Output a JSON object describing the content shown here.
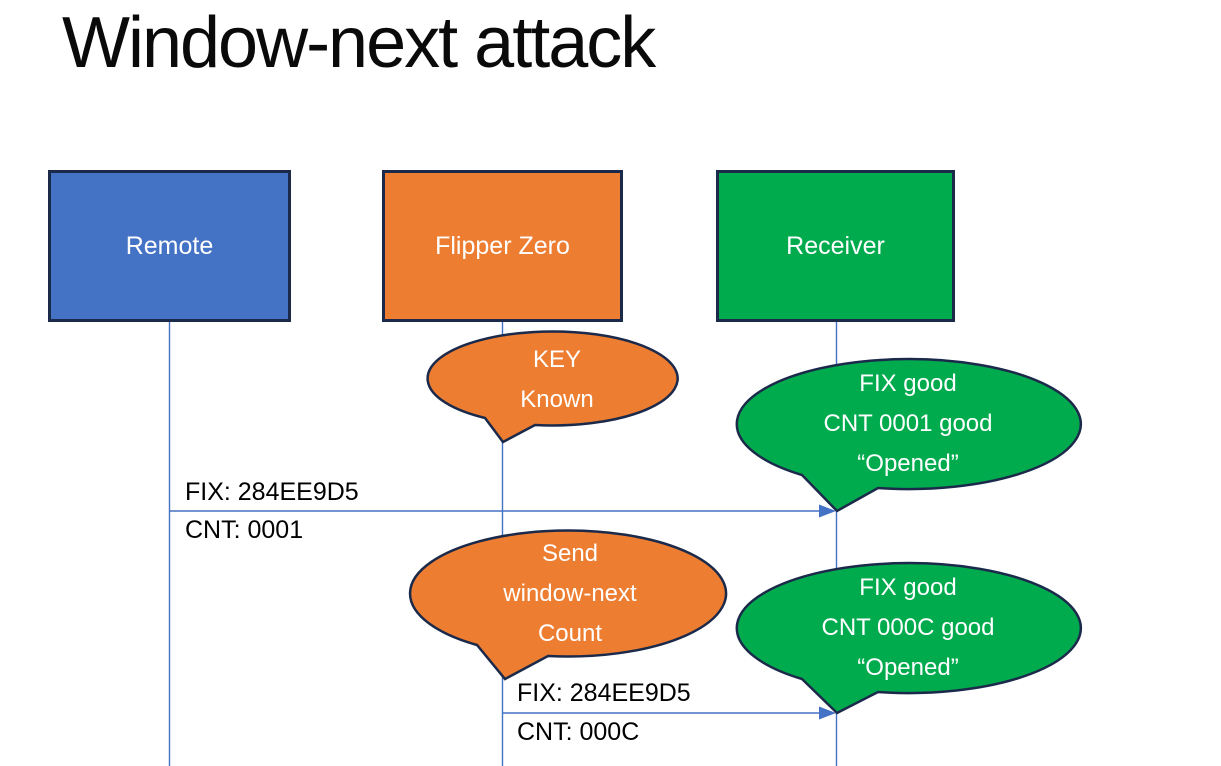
{
  "slide": {
    "title": "Window-next attack"
  },
  "colors": {
    "blue": "#4472C4",
    "orange": "#ED7D31",
    "green": "#00AB4E",
    "border": "#1B2A4A",
    "line": "#4472C4",
    "text-dark": "#000000",
    "text-light": "#FFFFFF",
    "bg": "#FFFFFF"
  },
  "actors": [
    {
      "label": "Remote",
      "color": "#4472C4"
    },
    {
      "label": "Flipper Zero",
      "color": "#ED7D31"
    },
    {
      "label": "Receiver",
      "color": "#00AB4E"
    }
  ],
  "callouts": [
    {
      "name": "key-known",
      "lines": [
        "KEY",
        "Known"
      ]
    },
    {
      "name": "receiver-opened-1",
      "lines": [
        "FIX good",
        "CNT 0001 good",
        "“Opened”"
      ]
    },
    {
      "name": "send-window-next",
      "lines": [
        "Send",
        "window-next",
        "Count"
      ]
    },
    {
      "name": "receiver-opened-2",
      "lines": [
        "FIX good",
        "CNT 000C good",
        "“Opened”"
      ]
    }
  ],
  "messages": [
    {
      "from": "Remote",
      "to": "Receiver",
      "fix": "FIX: 284EE9D5",
      "cnt": "CNT: 0001"
    },
    {
      "from": "Flipper Zero",
      "to": "Receiver",
      "fix": "FIX: 284EE9D5",
      "cnt": "CNT: 000C"
    }
  ]
}
